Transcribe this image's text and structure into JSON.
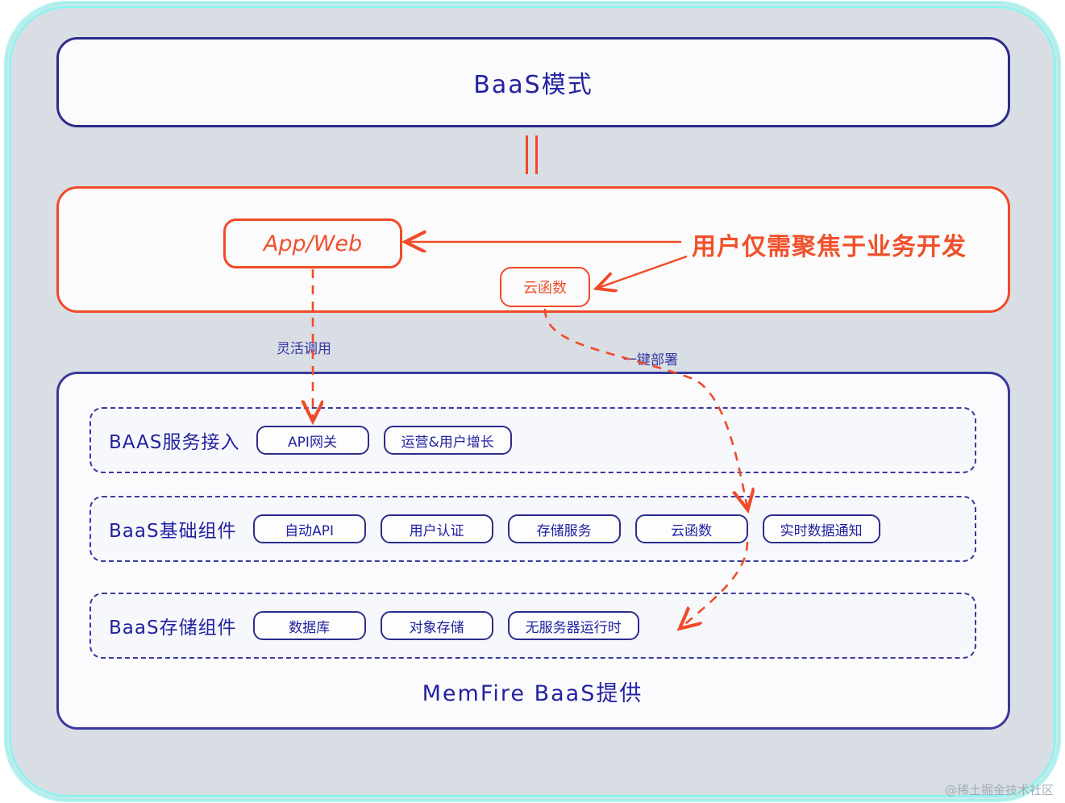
{
  "diagram": {
    "title_box": {
      "label": "BaaS模式"
    },
    "user_layer": {
      "app_web_label": "App/Web",
      "cloud_function_label": "云函数",
      "annotation": "用户仅需聚焦于业务开发"
    },
    "edges": [
      {
        "name": "flexible-invocation",
        "label": "灵活调用",
        "from": "App/Web",
        "to": "API网关"
      },
      {
        "name": "one-click-deploy",
        "label": "一键部署",
        "from": "云函数",
        "to": "无服务器运行时"
      }
    ],
    "platform": {
      "rows": [
        {
          "title": "BAAS服务接入",
          "chips": [
            "API网关",
            "运营&用户增长"
          ]
        },
        {
          "title": "BaaS基础组件",
          "chips": [
            "自动API",
            "用户认证",
            "存储服务",
            "云函数",
            "实时数据通知"
          ]
        },
        {
          "title": "BaaS存储组件",
          "chips": [
            "数据库",
            "对象存储",
            "无服务器运行时"
          ]
        }
      ],
      "footer": "MemFire BaaS提供"
    },
    "watermark": "@稀土掘金技术社区",
    "colors": {
      "navy": "#2222a0",
      "navy_border": "#2c2c8e",
      "orange": "#f04a28",
      "cyan_frame": "#7ff0ec",
      "panel_bg": "#d9dee5",
      "box_bg": "#fbfbfd"
    }
  }
}
